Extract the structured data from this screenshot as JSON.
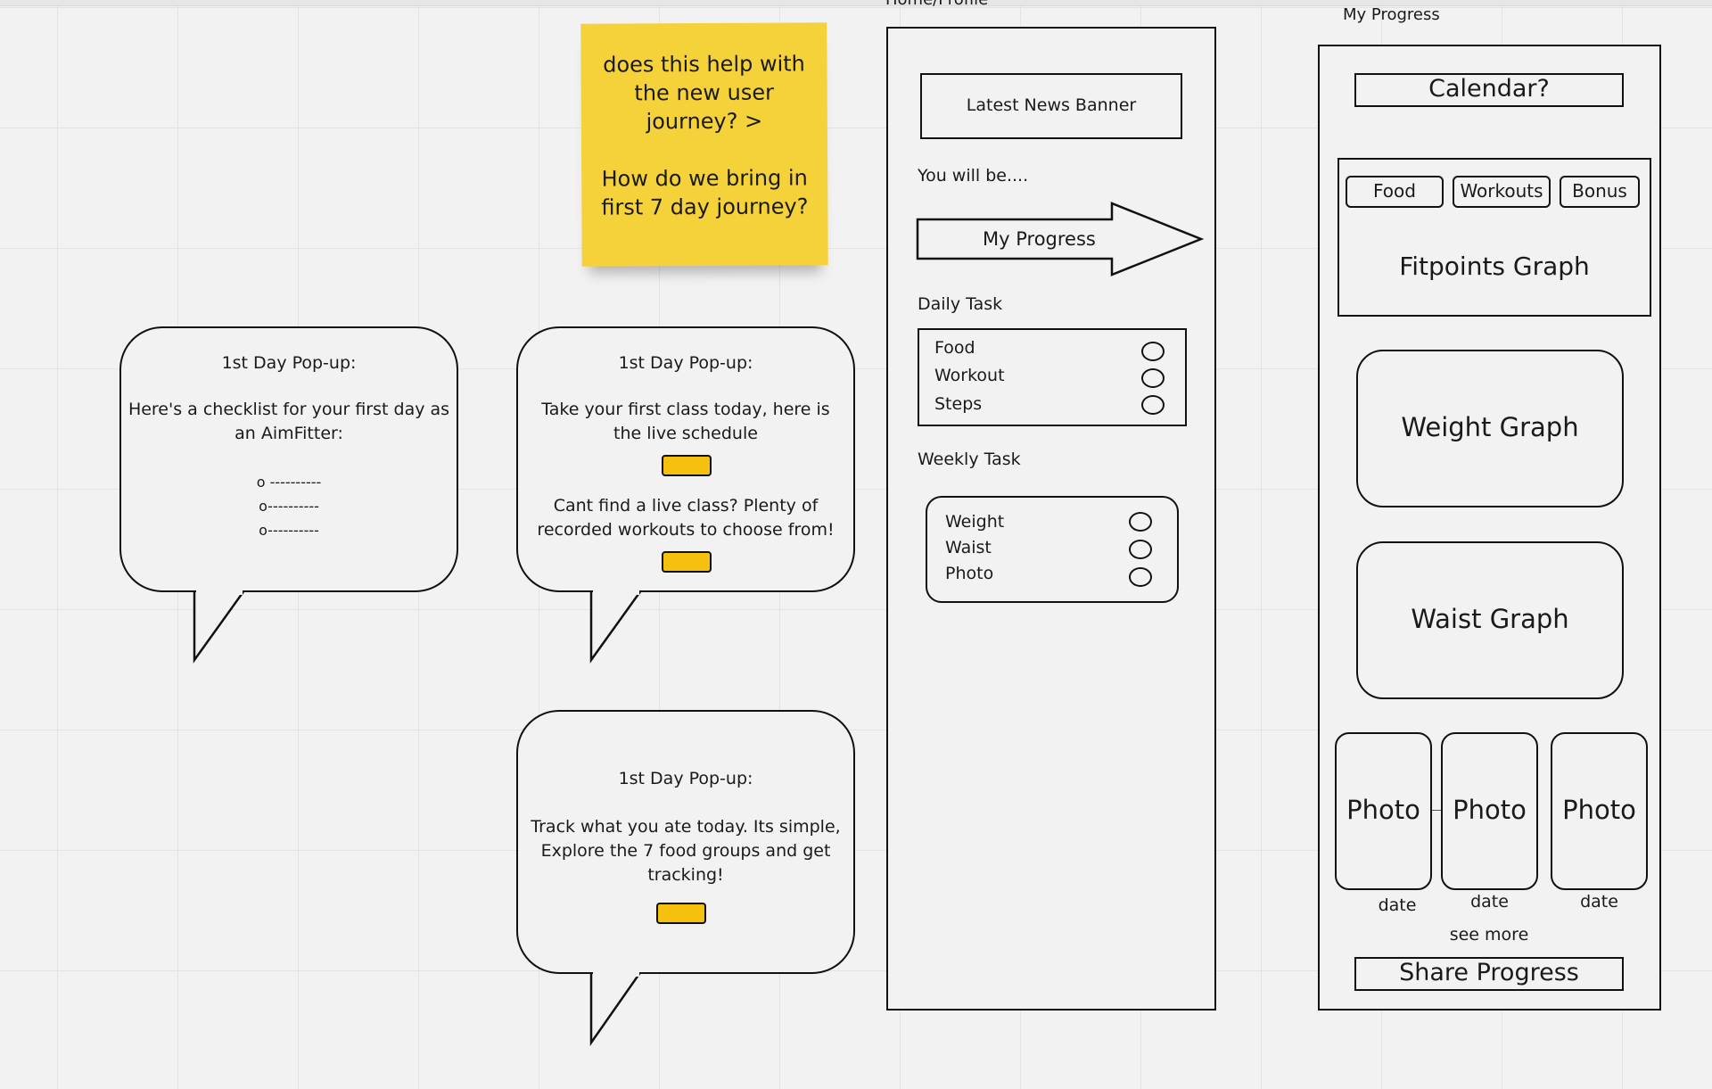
{
  "sticky_note": {
    "lines": [
      "does this help with",
      "the new user",
      "journey? >",
      "",
      "How do we bring in",
      "first 7 day journey?"
    ]
  },
  "bubbles": [
    {
      "title": "1st Day Pop-up:",
      "lines": [
        "Here's a checklist for your first day as",
        "an AimFitter:",
        "",
        "o ----------",
        "o----------",
        "o----------"
      ]
    },
    {
      "title": "1st Day Pop-up:",
      "lines": [
        "Take your first class today, here is",
        "the live schedule"
      ],
      "lines2": [
        "Cant find a live class? Plenty of",
        "recorded workouts to choose from!"
      ]
    },
    {
      "title": "1st Day Pop-up:",
      "lines": [
        "Track what you ate today. Its simple,",
        "Explore the 7 food groups and get",
        "tracking!"
      ]
    }
  ],
  "home_screen": {
    "label": "Home/Profile",
    "news_banner": "Latest News Banner",
    "you_will_be": "You will be....",
    "my_progress_arrow": "My Progress",
    "daily_task_label": "Daily Task",
    "daily_tasks": [
      "Food",
      "Workout",
      "Steps"
    ],
    "weekly_task_label": "Weekly Task",
    "weekly_tasks": [
      "Weight",
      "Waist",
      "Photo"
    ]
  },
  "progress_screen": {
    "label": "My Progress",
    "calendar": "Calendar?",
    "tabs": [
      "Food",
      "Workouts",
      "Bonus"
    ],
    "fitpoints_graph": "Fitpoints Graph",
    "weight_graph": "Weight Graph",
    "waist_graph": "Waist Graph",
    "photos": [
      {
        "label": "Photo",
        "date": "date"
      },
      {
        "label": "Photo",
        "date": "date"
      },
      {
        "label": "Photo",
        "date": "date"
      }
    ],
    "see_more": "see more",
    "share_button": "Share Progress"
  },
  "colors": {
    "sticky": "#f5d23a",
    "button_yellow": "#f6c00e",
    "canvas": "#f2f2f2",
    "stroke": "#111111"
  }
}
